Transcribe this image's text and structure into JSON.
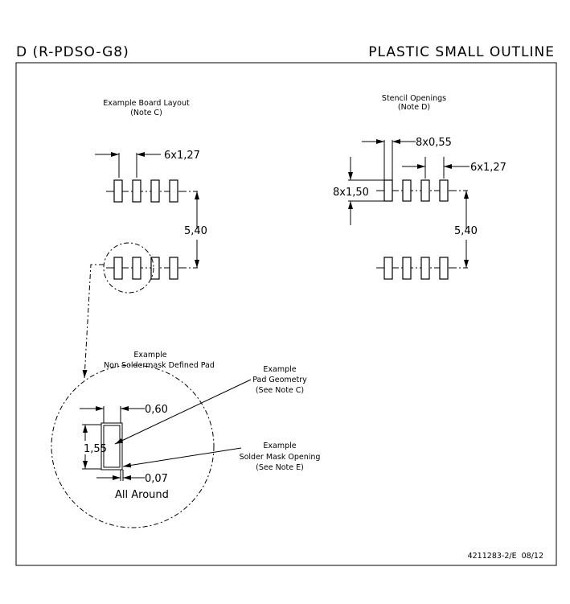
{
  "header": {
    "package": "D (R-PDSO-G8)",
    "title": "PLASTIC SMALL OUTLINE"
  },
  "board_layout": {
    "title": "Example Board Layout",
    "note": "(Note C)",
    "pitch": "6x1,27",
    "row_spacing": "5,40"
  },
  "stencil": {
    "title": "Stencil Openings",
    "note": "(Note D)",
    "width": "8x0,55",
    "pitch": "6x1,27",
    "length": "8x1,50",
    "row_spacing": "5,40"
  },
  "detail": {
    "title_line1": "Example",
    "title_line2": "Non Soldermask Defined Pad",
    "pad_width": "0,60",
    "pad_length": "1,55",
    "clearance": "0,07",
    "clearance_note": "All Around",
    "pad_geometry": [
      "Example",
      "Pad Geometry",
      "(See Note C)"
    ],
    "mask_opening": [
      "Example",
      "Solder Mask Opening",
      "(See Note E)"
    ]
  },
  "footer": {
    "doc_id": "4211283-2/E  08/12"
  }
}
